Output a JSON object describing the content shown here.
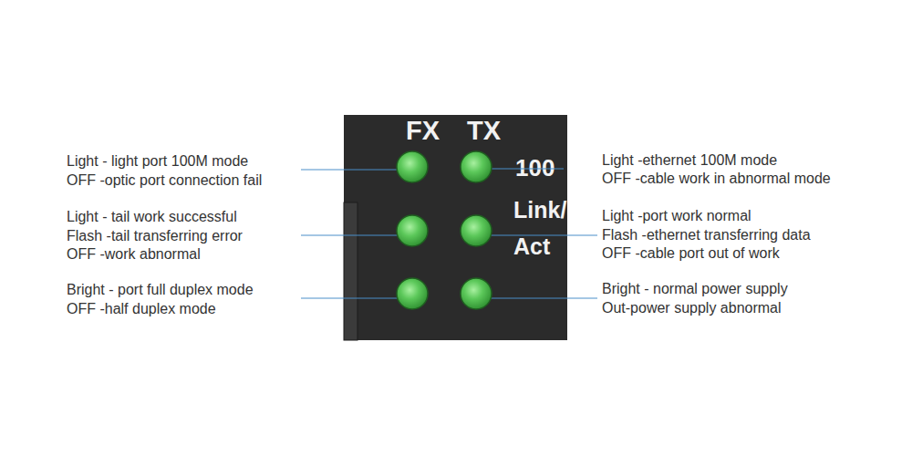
{
  "diagram": {
    "nodes": [
      {
        "text": [
          "FX",
          "TX",
          "100",
          "Link/ Act"
        ]
      }
    ],
    "labels": [
      "Light - light port 100M mode",
      "OFF -optic port connection fail",
      "Light - tail work successful",
      "Flash -tail transferring error",
      "OFF -work abnormal",
      "Bright - port full duplex mode",
      "OFF -half duplex mode",
      "Light -ethernet 100M mode",
      "OFF -cable work in abnormal mode",
      "Light -port work normal",
      "Flash -ethernet transferring data",
      "OFF -cable port out of work",
      "Bright - normal power supply",
      "Out-power supply abnormal"
    ]
  }
}
